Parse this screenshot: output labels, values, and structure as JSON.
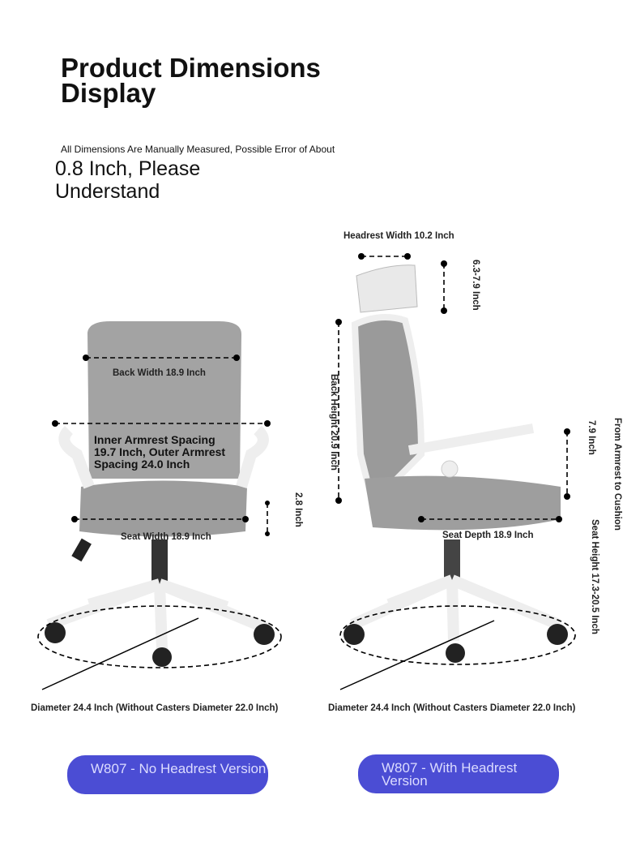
{
  "title": "Product Dimensions Display",
  "note_small": "All Dimensions Are Manually Measured, Possible Error of About",
  "note_large": "0.8 Inch, Please Understand",
  "left_chair": {
    "back_width": "Back Width 18.9 Inch",
    "armrest_spacing": "Inner Armrest Spacing 19.7 Inch, Outer Armrest Spacing 24.0 Inch",
    "seat_thickness": "2.8 Inch",
    "seat_width": "Seat Width 18.9 Inch",
    "diameter": "Diameter 24.4 Inch (Without Casters Diameter 22.0 Inch)"
  },
  "right_chair": {
    "headrest_width": "Headrest Width 10.2 Inch",
    "headrest_adjust": "6.3-7.9 Inch",
    "back_height": "Back Height 20.9 Inch",
    "armrest_height": "7.9 Inch",
    "armrest_to_cushion": "From Armrest to Cushion",
    "seat_height": "Seat Height 17.3-20.5 Inch",
    "seat_depth": "Seat Depth 18.9 Inch",
    "diameter": "Diameter 24.4 Inch (Without Casters Diameter 22.0 Inch)"
  },
  "buttons": {
    "no_headrest": "W807 - No Headrest Version",
    "with_headrest": "W807 - With Headrest Version"
  },
  "colors": {
    "button": "#4b4dd4",
    "button_text": "#dcdcff",
    "mesh": "#9a9a9a",
    "frame": "#f2f2f2"
  }
}
